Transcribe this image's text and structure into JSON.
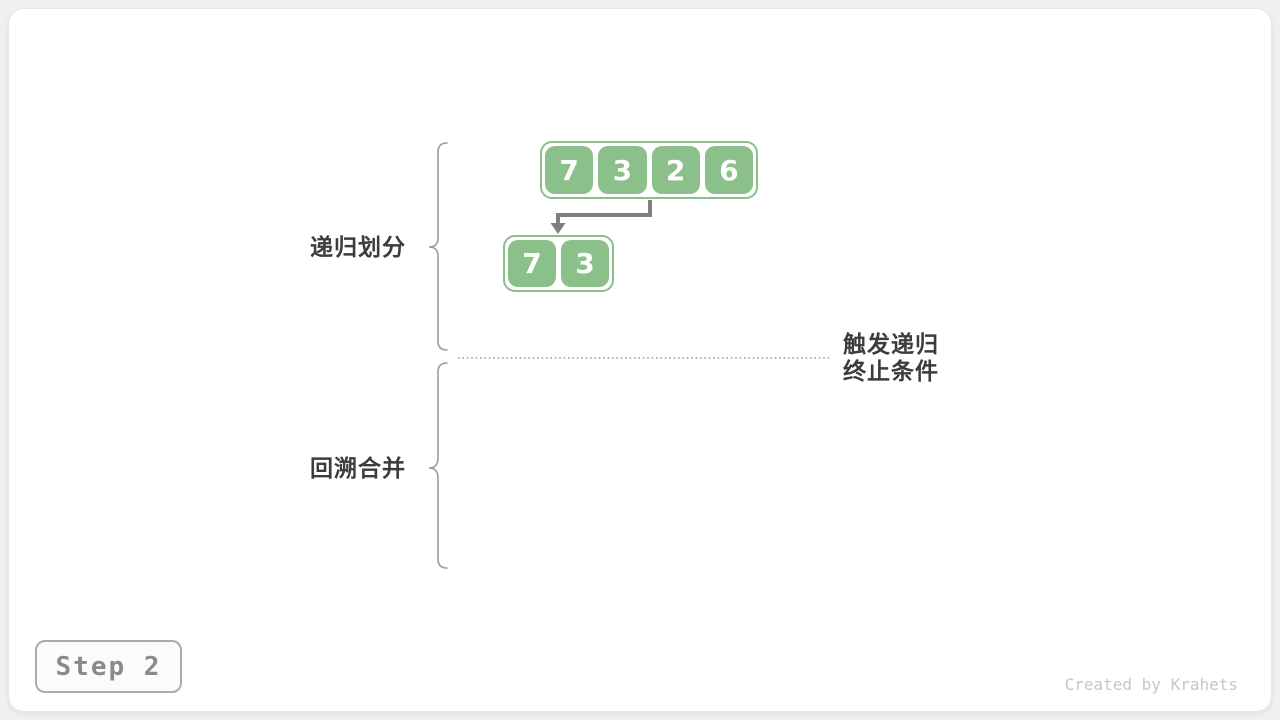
{
  "labels": {
    "divide": "递归划分",
    "merge": "回溯合并",
    "terminate_line1": "触发递归",
    "terminate_line2": "终止条件"
  },
  "arrays": {
    "top": [
      "7",
      "3",
      "2",
      "6"
    ],
    "child": [
      "7",
      "3"
    ]
  },
  "step": {
    "label": "Step 2"
  },
  "watermark": {
    "text": "Created by Krahets"
  },
  "icons": {
    "arrow": "elbow-arrow-down-left",
    "brace_top": "left-curly-brace",
    "brace_bottom": "left-curly-brace",
    "divider": "dotted-horizontal-line"
  },
  "colors": {
    "cell_green": "#8CC08A",
    "cell_text": "#FFFFFF",
    "arrow_gray": "#7F7F7F",
    "brace_gray": "#9C9C9C",
    "label_dark": "#3C3C3C",
    "dotted_line_gray": "#999999",
    "step_text_gray": "#8A8A8A",
    "step_border_gray": "#ABABAB",
    "watermark_gray": "#C6C6C6",
    "page_bg": "#F0F0F0",
    "card_bg": "#FFFFFF"
  }
}
